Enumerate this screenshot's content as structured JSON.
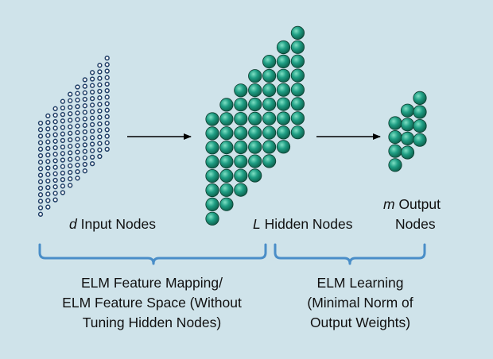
{
  "colors": {
    "background": "#cfe3ea",
    "input_node_fill": "#ffffff",
    "input_node_stroke": "#1f3e66",
    "hidden_node_fill": "#1f9e84",
    "hidden_node_stroke": "#0d3d2e",
    "brace": "#4a8ec8",
    "arrow": "#000000"
  },
  "nodes": {
    "input": {
      "columns": 10,
      "rows": 15,
      "shape": "small-hollow-circle"
    },
    "hidden": {
      "columns": 7,
      "rows": 8,
      "shape": "large-green-sphere"
    },
    "output": {
      "columns": 3,
      "rows": 4,
      "shape": "large-green-sphere"
    }
  },
  "labels": {
    "input": {
      "var": "d",
      "text": " Input Nodes"
    },
    "hidden": {
      "var": "L",
      "text": " Hidden Nodes"
    },
    "output": {
      "var": "m",
      "line1": " Output",
      "line2": "Nodes"
    }
  },
  "captions": {
    "mapping": [
      "ELM Feature Mapping/",
      "ELM Feature Space (Without",
      "Tuning Hidden Nodes)"
    ],
    "learning": [
      "ELM Learning",
      "(Minimal Norm of",
      "Output Weights)"
    ]
  }
}
